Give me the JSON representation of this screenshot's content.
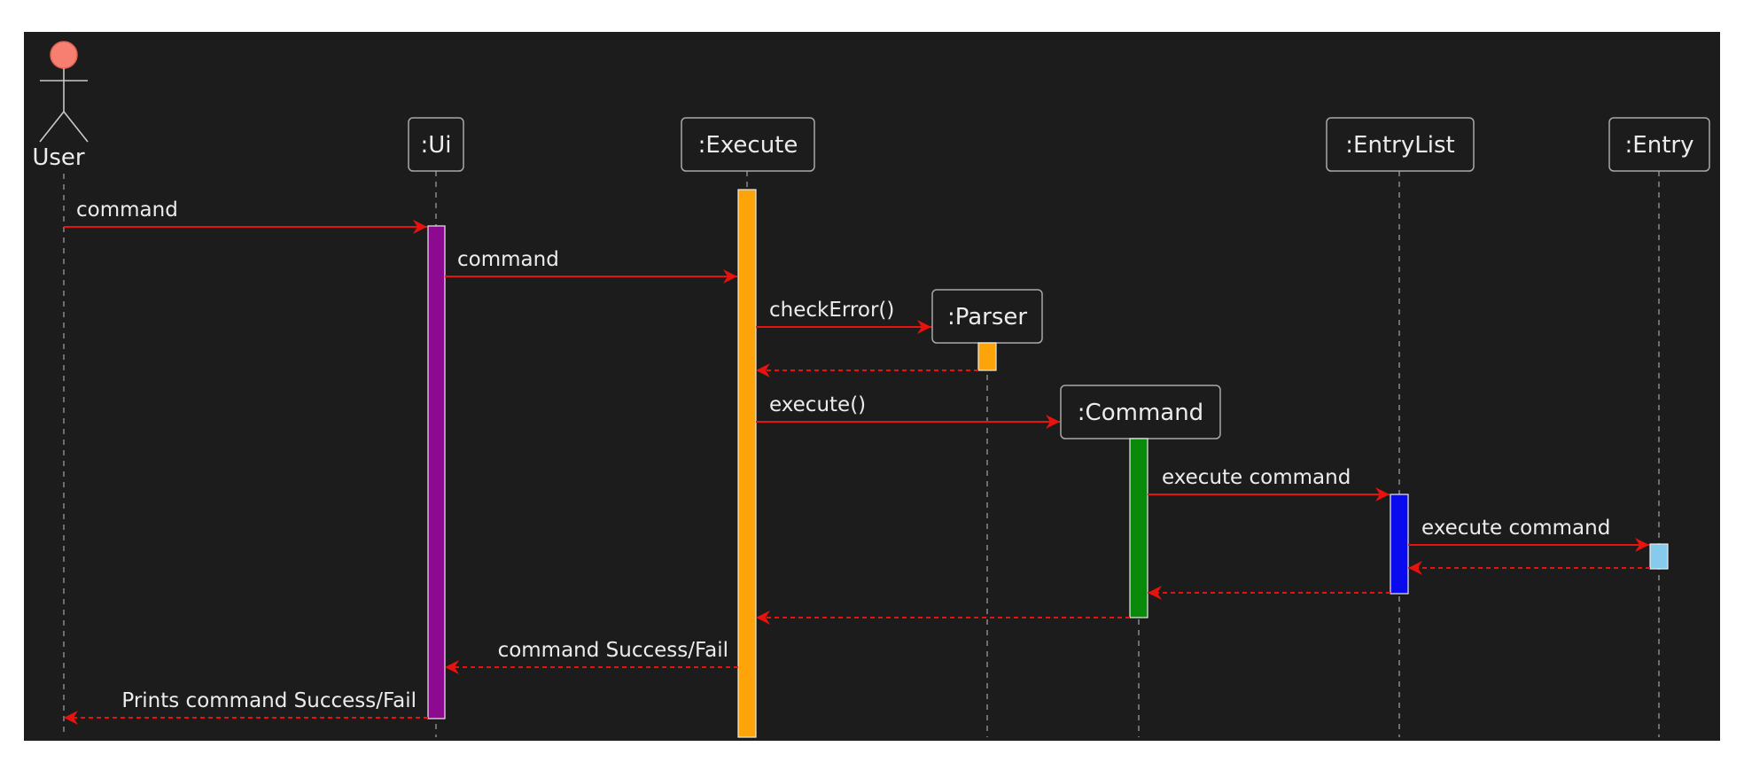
{
  "colors": {
    "background": "#1c1c1c",
    "lifeline": "#8a8a8a",
    "participant_border": "#a8a8a8",
    "participant_fill": "#1c1c1c",
    "text": "#ececec",
    "arrow": "#e8120f",
    "actor_head": "#f67f71",
    "activation_ui": "#8b0a90",
    "activation_execute": "#fda40a",
    "activation_parser": "#fda40a",
    "activation_command": "#0a8a0a",
    "activation_entrylist": "#0a0aee",
    "activation_entry": "#86cbeb"
  },
  "actor": {
    "label": "User"
  },
  "participants": [
    {
      "id": "ui",
      "label": ":Ui"
    },
    {
      "id": "execute",
      "label": ":Execute"
    },
    {
      "id": "parser",
      "label": ":Parser"
    },
    {
      "id": "command",
      "label": ":Command"
    },
    {
      "id": "entrylist",
      "label": ":EntryList"
    },
    {
      "id": "entry",
      "label": ":Entry"
    }
  ],
  "messages": [
    {
      "from": "user",
      "to": "ui",
      "label": "command",
      "kind": "call"
    },
    {
      "from": "ui",
      "to": "execute",
      "label": "command",
      "kind": "call"
    },
    {
      "from": "execute",
      "to": "parser",
      "label": "checkError()",
      "kind": "create"
    },
    {
      "from": "parser",
      "to": "execute",
      "label": "",
      "kind": "return"
    },
    {
      "from": "execute",
      "to": "command",
      "label": "execute()",
      "kind": "create"
    },
    {
      "from": "command",
      "to": "entrylist",
      "label": "execute command",
      "kind": "call"
    },
    {
      "from": "entrylist",
      "to": "entry",
      "label": "execute command",
      "kind": "call"
    },
    {
      "from": "entry",
      "to": "entrylist",
      "label": "",
      "kind": "return"
    },
    {
      "from": "entrylist",
      "to": "command",
      "label": "",
      "kind": "return"
    },
    {
      "from": "command",
      "to": "execute",
      "label": "",
      "kind": "return"
    },
    {
      "from": "execute",
      "to": "ui",
      "label": "command Success/Fail",
      "kind": "return"
    },
    {
      "from": "ui",
      "to": "user",
      "label": "Prints command Success/Fail",
      "kind": "return"
    }
  ]
}
